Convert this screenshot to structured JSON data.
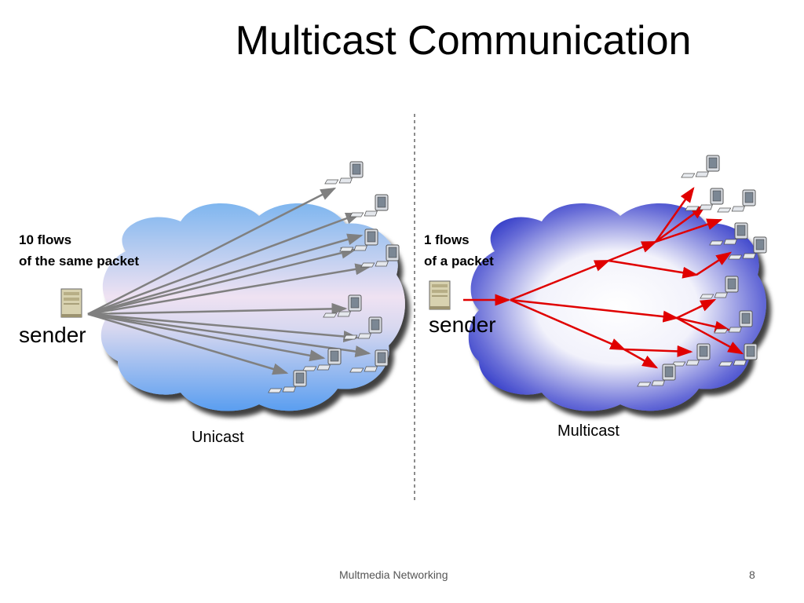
{
  "title": "Multicast Communication",
  "unicast": {
    "flows_line1": "10 flows",
    "flows_line2": "of the same packet",
    "sender": "sender",
    "label": "Unicast"
  },
  "multicast": {
    "flows_line1": "1 flows",
    "flows_line2": "of a packet",
    "sender": "sender",
    "label": "Multicast"
  },
  "footer": {
    "text": "Multmedia Networking",
    "page_number": "8"
  },
  "colors": {
    "unicast_arrow": "#808080",
    "multicast_arrow": "#e00000",
    "unicast_cloud_top": "#a9d0f5",
    "unicast_cloud_mid": "#ead9ee",
    "multicast_cloud_edge": "#2b35c9",
    "multicast_cloud_center": "#ffffff"
  }
}
